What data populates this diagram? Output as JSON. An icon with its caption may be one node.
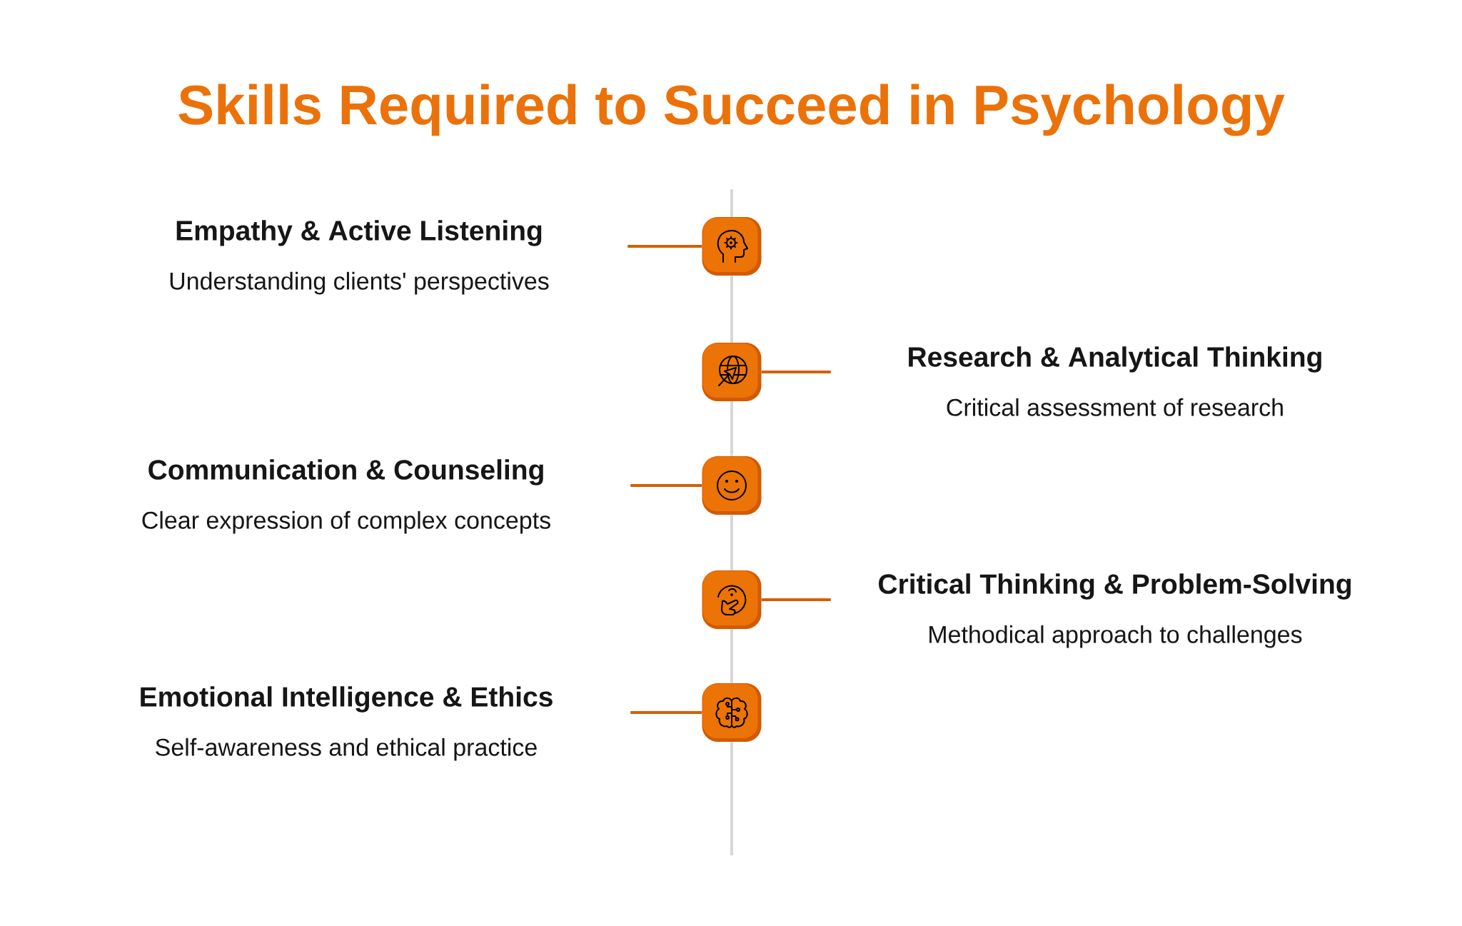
{
  "diagram": {
    "title": "Skills Required to Succeed in Psychology",
    "nodes": [
      {
        "text": [
          "Empathy & Active Listening",
          "Understanding clients' perspectives"
        ]
      },
      {
        "text": [],
        "shape": "box"
      },
      {
        "text": [],
        "shape": "box"
      },
      {
        "text": [
          "Research & Analytical Thinking",
          "Critical assessment of research"
        ]
      },
      {
        "text": [
          "Communication & Counseling",
          "Clear expression of complex concepts"
        ]
      },
      {
        "text": [],
        "shape": "box"
      },
      {
        "text": [],
        "shape": "box"
      },
      {
        "text": [
          "Critical Thinking & Problem-Solving",
          "Methodical approach to challenges"
        ]
      },
      {
        "text": [
          "Emotional Intelligence & Ethics",
          "Self-awareness and ethical practice"
        ]
      },
      {
        "text": [],
        "shape": "box"
      }
    ],
    "edges": [
      {
        "from": 1,
        "to": 0,
        "arrow": "none",
        "color": "#d45f04"
      },
      {
        "from": 2,
        "to": 3,
        "arrow": "none",
        "color": "#d45f04"
      },
      {
        "from": 5,
        "to": 4,
        "arrow": "none",
        "color": "#d45f04"
      },
      {
        "from": 6,
        "to": 7,
        "arrow": "none",
        "color": "#d45f04"
      },
      {
        "from": 9,
        "to": 8,
        "arrow": "none",
        "color": "#d45f04"
      },
      {
        "from": null,
        "to": 1,
        "arrow": "none",
        "color": "#d9d6d6"
      },
      {
        "from": 1,
        "to": 2,
        "arrow": "none",
        "color": "#d9d6d6"
      },
      {
        "from": 2,
        "to": 5,
        "arrow": "none",
        "color": "#d9d6d6"
      },
      {
        "from": 5,
        "to": 6,
        "arrow": "none",
        "color": "#d9d6d6"
      },
      {
        "from": 6,
        "to": 9,
        "arrow": "none",
        "color": "#d9d6d6"
      },
      {
        "from": 9,
        "to": null,
        "arrow": "none",
        "color": "#d9d6d6"
      }
    ]
  }
}
